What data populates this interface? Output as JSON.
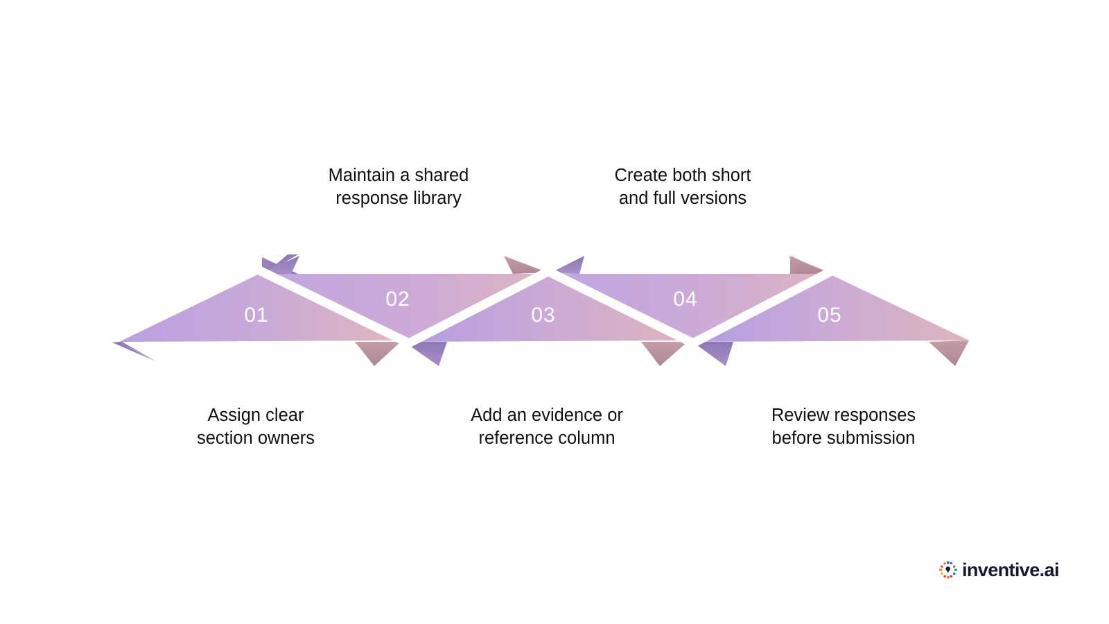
{
  "diagram": {
    "type": "chevron-zigzag-process",
    "title": "",
    "orientation": "horizontal",
    "step_count": 5,
    "steps": [
      {
        "number": "01",
        "label": "Assign clear\nsection owners",
        "label_position": "bottom",
        "row": "bottom",
        "direction": "right"
      },
      {
        "number": "02",
        "label": "Maintain a shared\nresponse library",
        "label_position": "top",
        "row": "top",
        "direction": "left"
      },
      {
        "number": "03",
        "label": "Add an evidence or\nreference column",
        "label_position": "bottom",
        "row": "bottom",
        "direction": "right"
      },
      {
        "number": "04",
        "label": "Create both short\nand full versions",
        "label_position": "top",
        "row": "top",
        "direction": "left"
      },
      {
        "number": "05",
        "label": "Review responses\nbefore submission",
        "label_position": "bottom",
        "row": "bottom",
        "direction": "right"
      }
    ]
  },
  "colors": {
    "background": "#ffffff",
    "text": "#111111",
    "number_text": "#ffffff",
    "gradient_purple": "#b49ce0",
    "gradient_violet": "#c0a8e2",
    "gradient_mauve": "#c9abd6",
    "gradient_pink": "#d9b4c4",
    "gradient_rose": "#dcb8c0",
    "tip_purple_dark": "#8f79b4",
    "tip_rose_dark": "#b08c99",
    "logo_text": "#141a2e"
  },
  "logo": {
    "name": "inventive-ai-logo",
    "text": "inventive.ai",
    "mark_colors": [
      "#f5821f",
      "#2f6fd0",
      "#3aa86b",
      "#7b4fa8",
      "#e8413c",
      "#f2b705"
    ]
  }
}
